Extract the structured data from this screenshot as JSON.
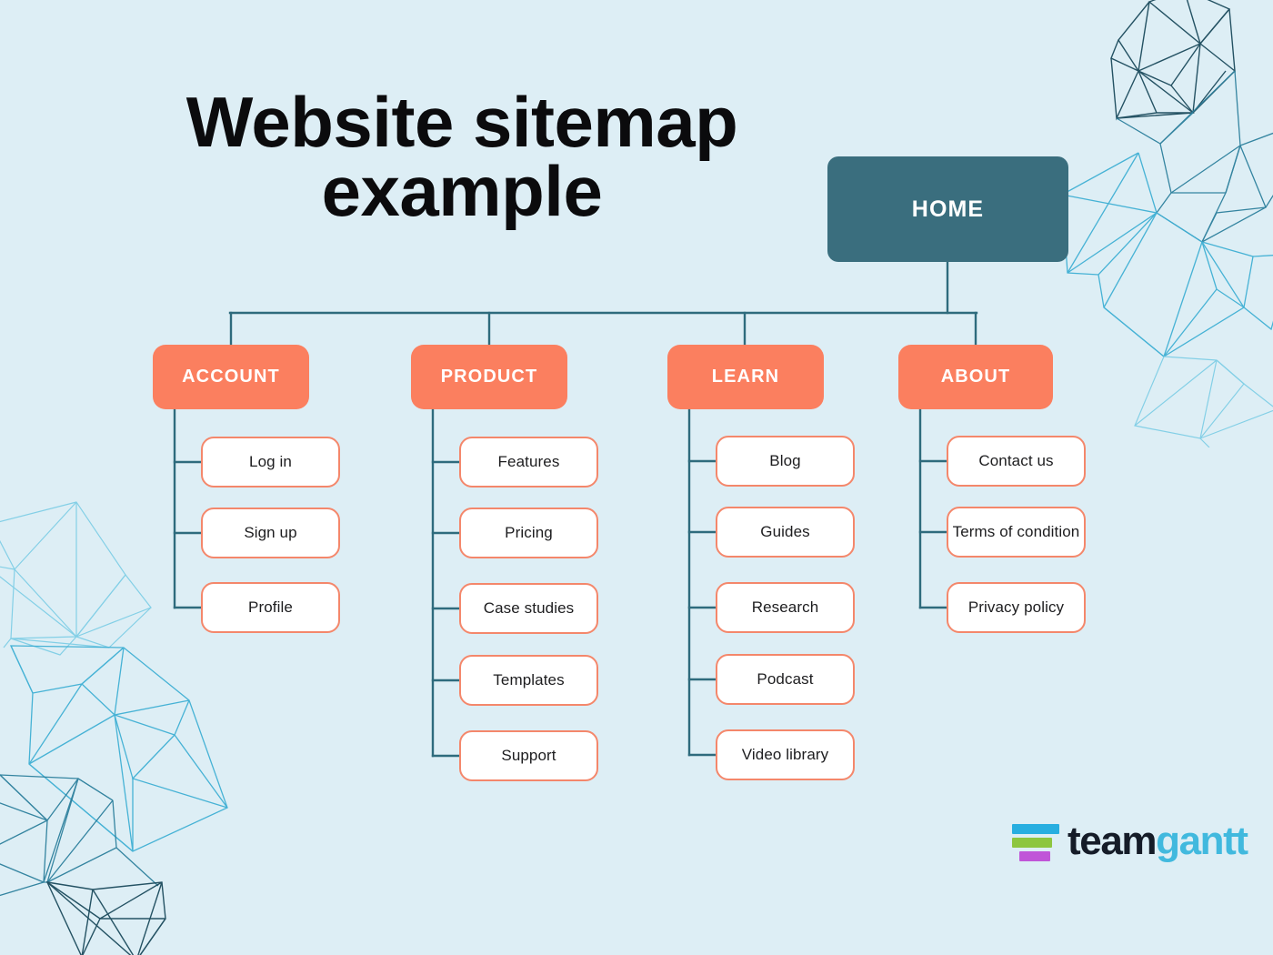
{
  "title": {
    "line1": "Website sitemap",
    "line2": "example"
  },
  "colors": {
    "background": "#ddeef5",
    "root_node": "#3a6e7e",
    "section_node": "#fb7f5f",
    "leaf_border": "#f4876b",
    "leaf_fill": "#ffffff",
    "connector": "#2e6b7d",
    "title_text": "#0b0b0d",
    "logo_team": "#151c28",
    "logo_gantt": "#41b9de",
    "logo_bar_1": "#27aee0",
    "logo_bar_2": "#8dc63f",
    "logo_bar_3": "#c055d8"
  },
  "sitemap": {
    "root": {
      "label": "HOME"
    },
    "sections": [
      {
        "label": "ACCOUNT",
        "children": [
          {
            "label": "Log in"
          },
          {
            "label": "Sign up"
          },
          {
            "label": "Profile"
          }
        ]
      },
      {
        "label": "PRODUCT",
        "children": [
          {
            "label": "Features"
          },
          {
            "label": "Pricing"
          },
          {
            "label": "Case studies"
          },
          {
            "label": "Templates"
          },
          {
            "label": "Support"
          }
        ]
      },
      {
        "label": "LEARN",
        "children": [
          {
            "label": "Blog"
          },
          {
            "label": "Guides"
          },
          {
            "label": "Research"
          },
          {
            "label": "Podcast"
          },
          {
            "label": "Video library"
          }
        ]
      },
      {
        "label": "ABOUT",
        "children": [
          {
            "label": "Contact us"
          },
          {
            "label": "Terms of condition"
          },
          {
            "label": "Privacy policy"
          }
        ]
      }
    ]
  },
  "branding": {
    "logo_team": "team",
    "logo_gantt": "gantt"
  }
}
